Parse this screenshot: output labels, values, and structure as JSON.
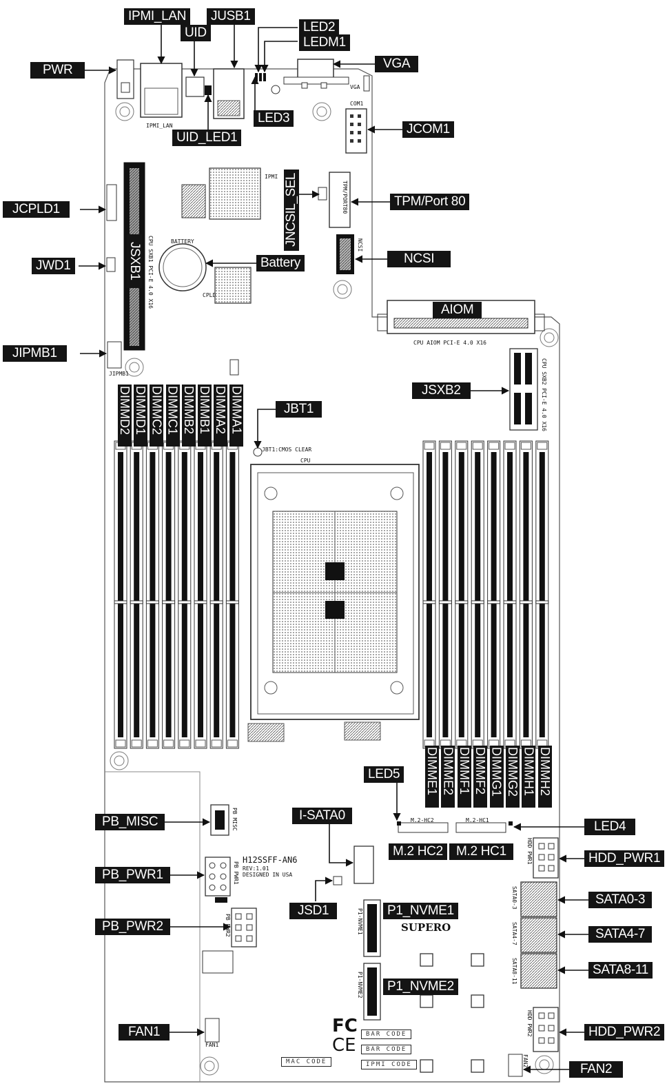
{
  "labels": {
    "ipmi_lan": "IPMI_LAN",
    "jusb1": "JUSB1",
    "uid": "UID",
    "led2": "LED2",
    "ledm1": "LEDM1",
    "vga": "VGA",
    "pwr": "PWR",
    "led3": "LED3",
    "uid_led1": "UID_LED1",
    "jcom1": "JCOM1",
    "jcpld1": "JCPLD1",
    "tpm_port80": "TPM/Port 80",
    "jncsil_sel": "JNCSIL_SEL",
    "jwd1": "JWD1",
    "battery": "Battery",
    "ncsi": "NCSI",
    "jsxb1": "JSXB1",
    "aiom": "AIOM",
    "jipmb1": "JIPMB1",
    "jsxb2": "JSXB2",
    "jbt1": "JBT1",
    "dimm_left": [
      "DIMMD2",
      "DIMMD1",
      "DIMMC2",
      "DIMMC1",
      "DIMMB2",
      "DIMMB1",
      "DIMMA2",
      "DIMMA1"
    ],
    "dimm_right": [
      "DIMME1",
      "DIMME2",
      "DIMMF1",
      "DIMMF2",
      "DIMMG1",
      "DIMMG2",
      "DIMMH1",
      "DIMMH2"
    ],
    "led5": "LED5",
    "i_sata0": "I-SATA0",
    "pb_misc": "PB_MISC",
    "led4": "LED4",
    "m2_hc2": "M.2 HC2",
    "m2_hc1": "M.2 HC1",
    "hdd_pwr1": "HDD_PWR1",
    "pb_pwr1": "PB_PWR1",
    "jsd1": "JSD1",
    "sata0_3": "SATA0-3",
    "p1_nvme1": "P1_NVME1",
    "pb_pwr2": "PB_PWR2",
    "sata4_7": "SATA4-7",
    "sata8_11": "SATA8-11",
    "p1_nvme2": "P1_NVME2",
    "fan1": "FAN1",
    "hdd_pwr2": "HDD_PWR2",
    "fan2": "FAN2"
  },
  "silkscreen": {
    "ipmi_lan": "IPMI_LAN",
    "com1": "COM1",
    "vga": "VGA",
    "ipmi": "IPMI",
    "battery": "BATTERY",
    "cpld": "CPLD",
    "ncsi": "NCSI",
    "tpm_port80": "TPM/PORT80",
    "jsxb1_slot": "CPU SXB1 PCI-E 4.0 X16",
    "aiom_slot": "CPU AIOM PCI-E 4.0 X16",
    "jsxb2_slot": "CPU SXB2 PCI-E 4.0 X16",
    "jbt1": "JBT1:CMOS CLEAR",
    "cpu": "CPU",
    "m2_hc2": "M.2-HC2",
    "m2_hc1": "M.2-HC1",
    "hdd_pwr1": "HDD PWR1",
    "hdd_pwr2": "HDD PWR2",
    "sata0_3": "SATA0-3",
    "sata4_7": "SATA4-7",
    "sata8_11": "SATA8-11",
    "pb_misc": "PB MISC",
    "pb_pwr1": "PB PWR1",
    "pb_pwr2": "PB PWR2",
    "p1_nvme1": "P1-NVME1",
    "p1_nvme2": "P1-NVME2",
    "fan1": "FAN1",
    "fan2": "FAN2",
    "jipmb1": "JIPMB1",
    "model": "H12SSFF-AN6",
    "rev": "REV:1.01",
    "designed": "DESIGNED IN USA",
    "brand": "SUPERO",
    "bar_code_1": "BAR CODE",
    "bar_code_2": "BAR CODE",
    "ipmi_code": "IPMI CODE",
    "mac_code": "MAC CODE",
    "fc_mark": "FC",
    "ce_mark": "CE"
  },
  "colors": {
    "label_bg": "#141414",
    "label_text": "#ffffff",
    "line": "#111111",
    "board_line": "#555555"
  }
}
